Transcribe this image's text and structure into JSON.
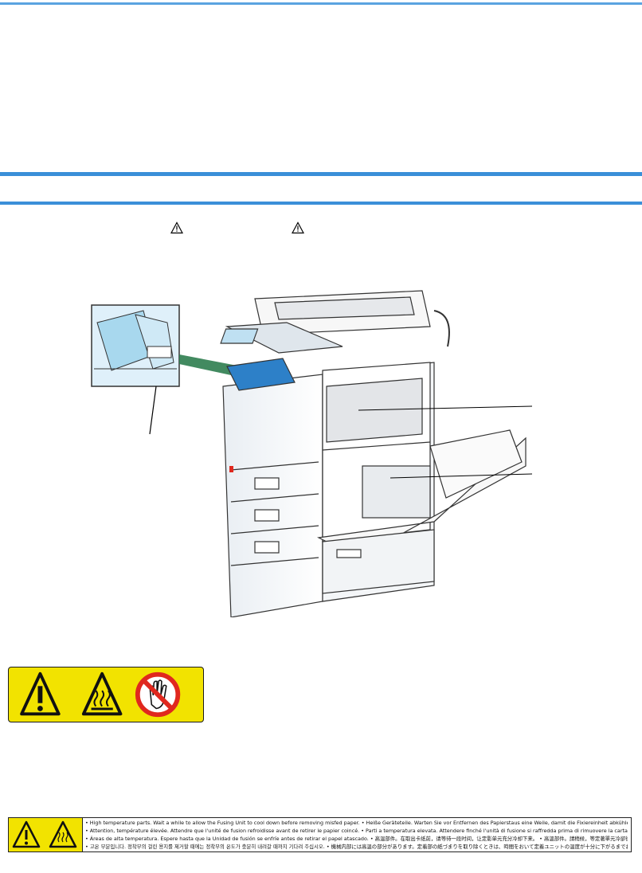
{
  "warning_label": {
    "lines": [
      "• High temperature parts. Wait a while to allow the Fusing Unit to cool down before removing misfed paper.  • Heiße Geräteteile. Warten Sie vor Entfernen des Papierstaus eine Weile, damit die Fixiereinheit abkühlen kann.",
      "• Attention, température élevée. Attendre que l'unité de fusion refroidisse avant de retirer le papier coincé.  • Parti a temperatura elevata. Attendere finché l'unità di fusione si raffredda prima di rimuovere la carta inceppata.",
      "• Áreas de alta temperatura. Espere hasta que la Unidad de fusión se enfríe antes de retirar el papel atascado.  • 高温部件。在取出卡纸前，请等待一段时间，让定影单元充分冷却下来。 • 高溫部件。請稍候，等定著單元冷卻後再取出夾紙。",
      "• 고온 부분입니다. 정착부의 걸린 용지를 제거할 때에는 정착부의 온도가 충분히 내려갈 때까지 기다려 주십시오.  • 機械内部には高温の部分があります。定着部の紙づまりを取り除くときは、時間をおいて定着ユニットの温度が十分に下がるまでお待ちください。"
    ]
  },
  "icons": {
    "caution": "warning-triangle-icon",
    "hot_surface": "hot-surface-icon",
    "no_touch": "no-touch-hand-icon"
  },
  "colors": {
    "rule": "#3a8fd8",
    "label_yellow": "#f2e300",
    "prohibit_red": "#e0281e",
    "callout_green": "#2e7d4f"
  }
}
